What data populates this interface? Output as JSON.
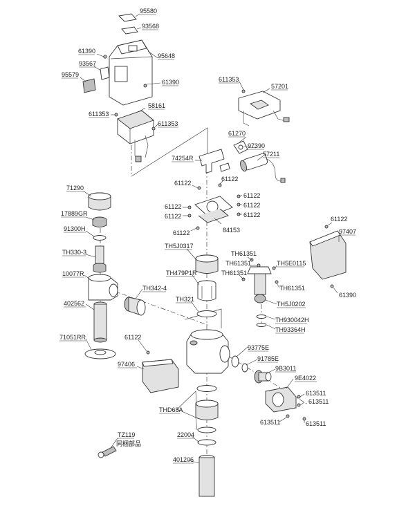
{
  "labels": {
    "l95580": "95580",
    "l93568": "93568",
    "l61390a": "61390",
    "l95648": "95648",
    "l93567": "93567",
    "l95579": "95579",
    "l61390b": "61390",
    "l611353a": "611353",
    "l57201": "57201",
    "l611353b": "611353",
    "l58161": "58161",
    "l611353c": "611353",
    "l61270": "61270",
    "l97390": "97390",
    "l57211": "57211",
    "l74254R": "74254R",
    "l61122a": "61122",
    "l61122b": "61122",
    "l61122c": "61122",
    "l61122d": "61122",
    "l61122e": "61122",
    "l61122f": "61122",
    "l61122g": "61122",
    "l61122h": "61122",
    "l84153": "84153",
    "l71290": "71290",
    "l17889GR": "17889GR",
    "l91300H": "91300H",
    "lTH330": "TH330-3",
    "l10077R": "10077R",
    "lTH342": "TH342-4",
    "l402562": "402562",
    "l71051RR": "71051RR",
    "lTH5J0317": "TH5J0317",
    "lTH479P1R": "TH479P1R",
    "lTH321": "TH321",
    "lTH61351a": "TH61351",
    "lTH61351b": "TH61351",
    "lTH5E0115": "TH5E0115",
    "lTH61351c": "TH61351",
    "lTH61351d": "TH61351",
    "lTH5J0202": "TH5J0202",
    "lTH930042H": "TH930042H",
    "lTH93364H": "TH93364H",
    "l61122i": "61122",
    "l97407": "97407",
    "l61390c": "61390",
    "l61122j": "61122",
    "l97406": "97406",
    "l93775E": "93775E",
    "l91785E": "91785E",
    "l9B3011": "9B3011",
    "l9E4022": "9E4022",
    "l613511a": "613511",
    "l613511b": "613511",
    "l613511c": "613511",
    "l613511d": "613511",
    "lTHD68A": "THD68A",
    "lTZ119": "TZ119",
    "lTZ119note": "同梱部品",
    "l22004": "22004",
    "l401206": "401206"
  }
}
